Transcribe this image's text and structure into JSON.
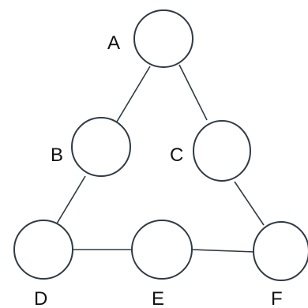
{
  "nodes": [
    {
      "id": "A",
      "label": "A"
    },
    {
      "id": "B",
      "label": "B"
    },
    {
      "id": "C",
      "label": "C"
    },
    {
      "id": "D",
      "label": "D"
    },
    {
      "id": "E",
      "label": "E"
    },
    {
      "id": "F",
      "label": "F"
    }
  ],
  "edges": [
    [
      "A",
      "B"
    ],
    [
      "A",
      "C"
    ],
    [
      "B",
      "D"
    ],
    [
      "C",
      "F"
    ],
    [
      "D",
      "E"
    ],
    [
      "E",
      "F"
    ]
  ],
  "colors": {
    "stroke": "#2f3a44",
    "label": "#111111",
    "fill": "#ffffff"
  }
}
